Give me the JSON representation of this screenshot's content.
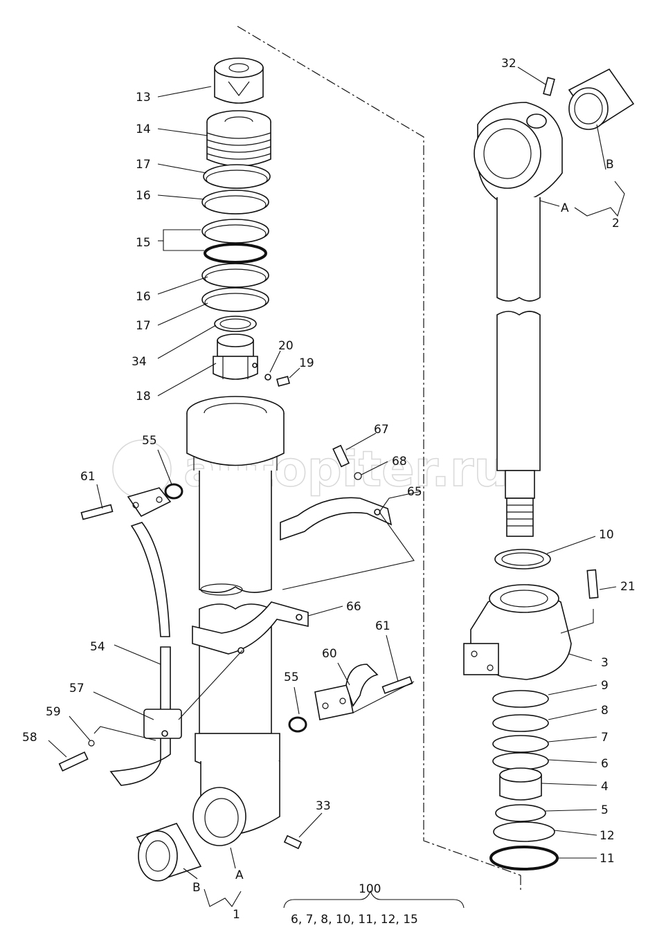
{
  "watermark": "autopiter.ru",
  "parts_left": {
    "p13": "13",
    "p14": "14",
    "p17a": "17",
    "p16a": "16",
    "p15": "15",
    "p16b": "16",
    "p17b": "17",
    "p34": "34",
    "p18": "18",
    "p20": "20",
    "p19": "19",
    "p55a": "55",
    "p61a": "61",
    "p67": "67",
    "p68": "68",
    "p65": "65",
    "p66": "66",
    "p54": "54",
    "p57": "57",
    "p59": "59",
    "p58": "58",
    "p60": "60",
    "p61b": "61",
    "p55b": "55",
    "p33": "33",
    "pA_left": "A",
    "pB_left": "B",
    "p1": "1"
  },
  "parts_right": {
    "p32": "32",
    "pB_right": "B",
    "pA_right": "A",
    "p2": "2",
    "p10": "10",
    "p21": "21",
    "p3": "3",
    "p9": "9",
    "p8": "8",
    "p7": "7",
    "p6": "6",
    "p4": "4",
    "p5": "5",
    "p12": "12",
    "p11": "11"
  },
  "kit": {
    "number": "100",
    "contents": "6, 7, 8, 10, 11, 12, 15"
  }
}
